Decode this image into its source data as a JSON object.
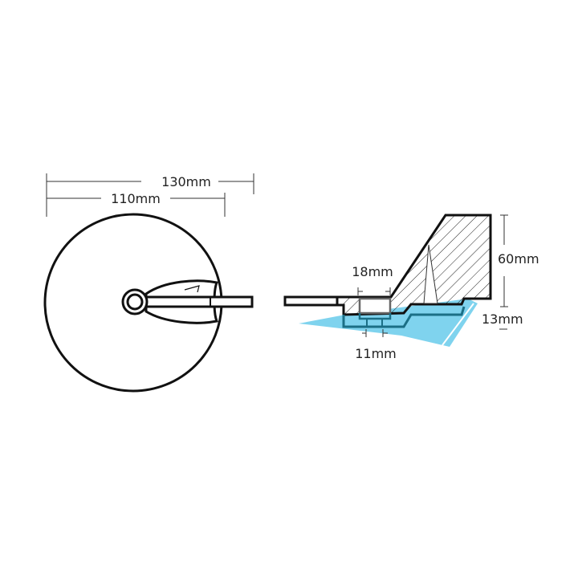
{
  "dimensions": {
    "overall_diameter": "130mm",
    "disc_diameter": "110mm",
    "height": "60mm",
    "base_thickness": "13mm",
    "slot_width": "18mm",
    "rib_width": "11mm"
  },
  "colors": {
    "outline": "#111111",
    "dimension_line": "#333333",
    "water_highlight": "#7fd3ee",
    "section_edge": "#1b6f86"
  }
}
